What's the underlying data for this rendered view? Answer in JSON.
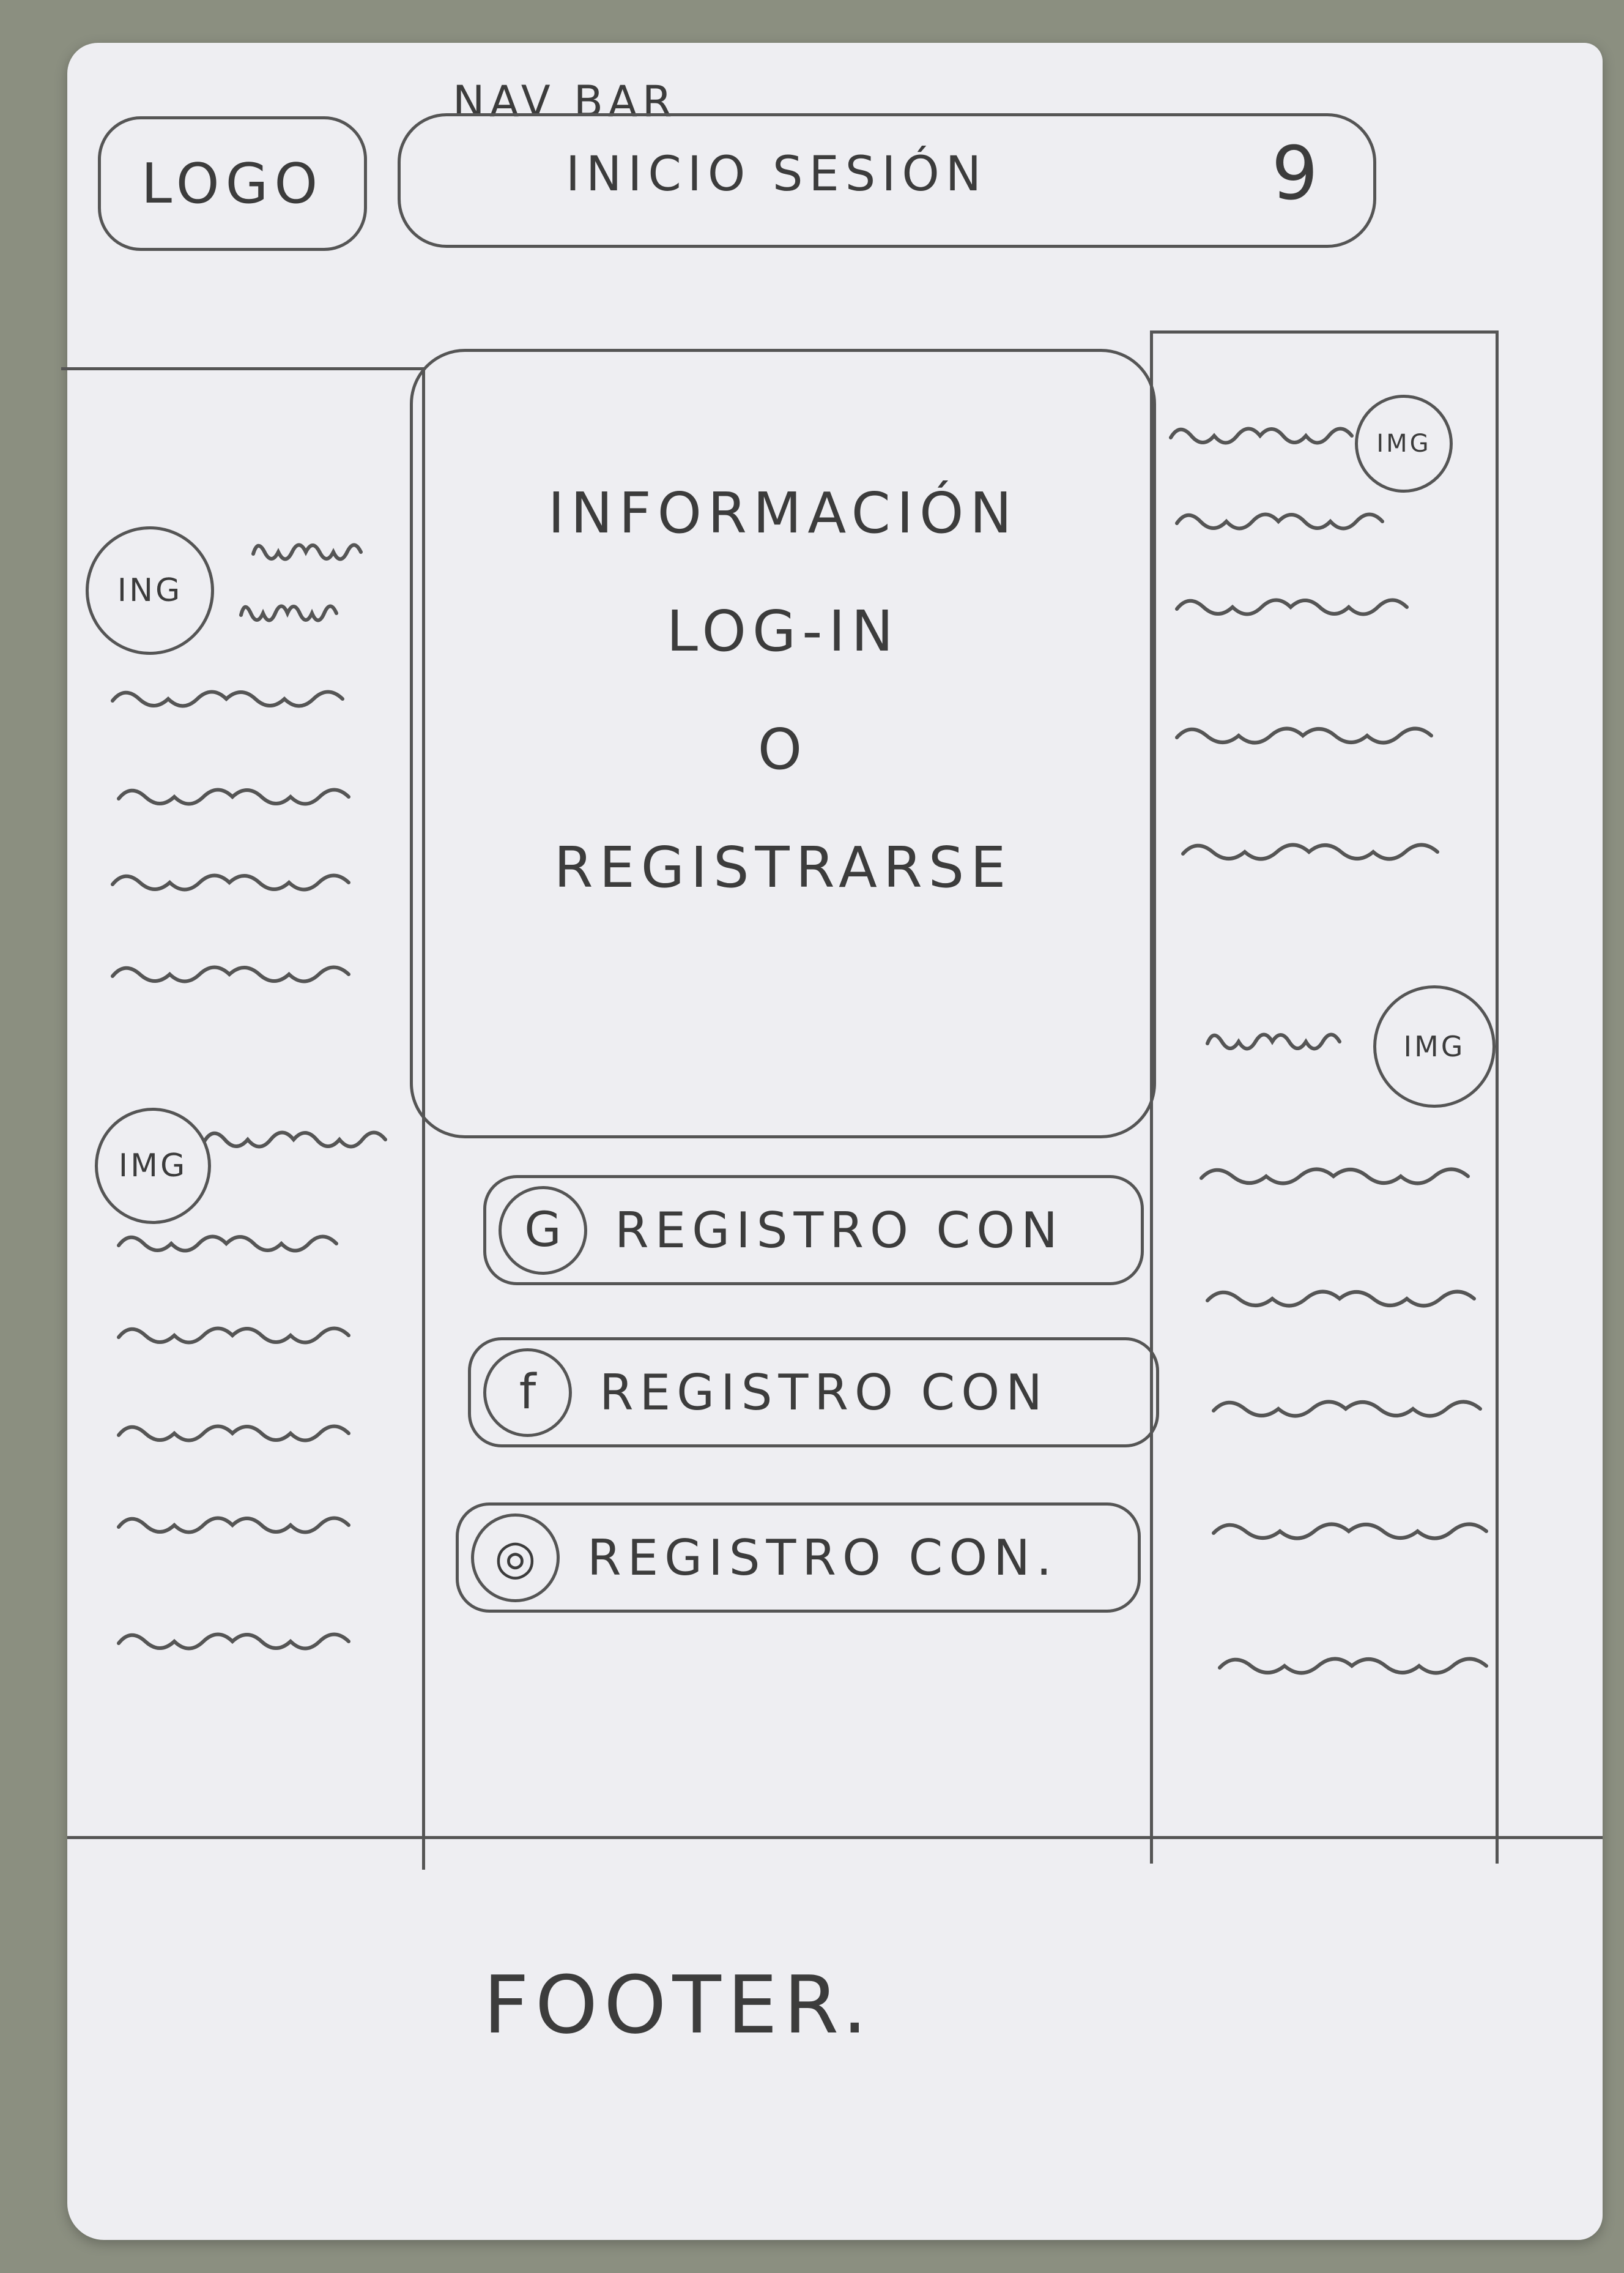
{
  "navbar": {
    "caption": "NAV BAR",
    "logo_text": "LOGO",
    "link_label": "INICIO SESIÓN",
    "search_glyph": "9",
    "search_icon": "search-icon"
  },
  "info_card": {
    "line1": "INFORMACIÓN",
    "line2": "LOG-IN",
    "line3": "O",
    "line4": "REGISTRARSE"
  },
  "register_buttons": [
    {
      "icon": "google-icon",
      "icon_glyph": "G",
      "label": "REGISTRO CON"
    },
    {
      "icon": "facebook-icon",
      "icon_glyph": "f",
      "label": "REGISTRO CON"
    },
    {
      "icon": "instagram-icon",
      "icon_glyph": "◎",
      "label": "REGISTRO CON."
    }
  ],
  "left_sidebar": {
    "img_top": "ING",
    "img_bottom": "IMG"
  },
  "right_sidebar": {
    "img_top": "IMG",
    "img_bottom": "IMG"
  },
  "footer": {
    "text": "FOOTER."
  },
  "colors": {
    "paper": "#eeeef2",
    "ink": "#3c3c3c",
    "background": "#8b8f80"
  }
}
